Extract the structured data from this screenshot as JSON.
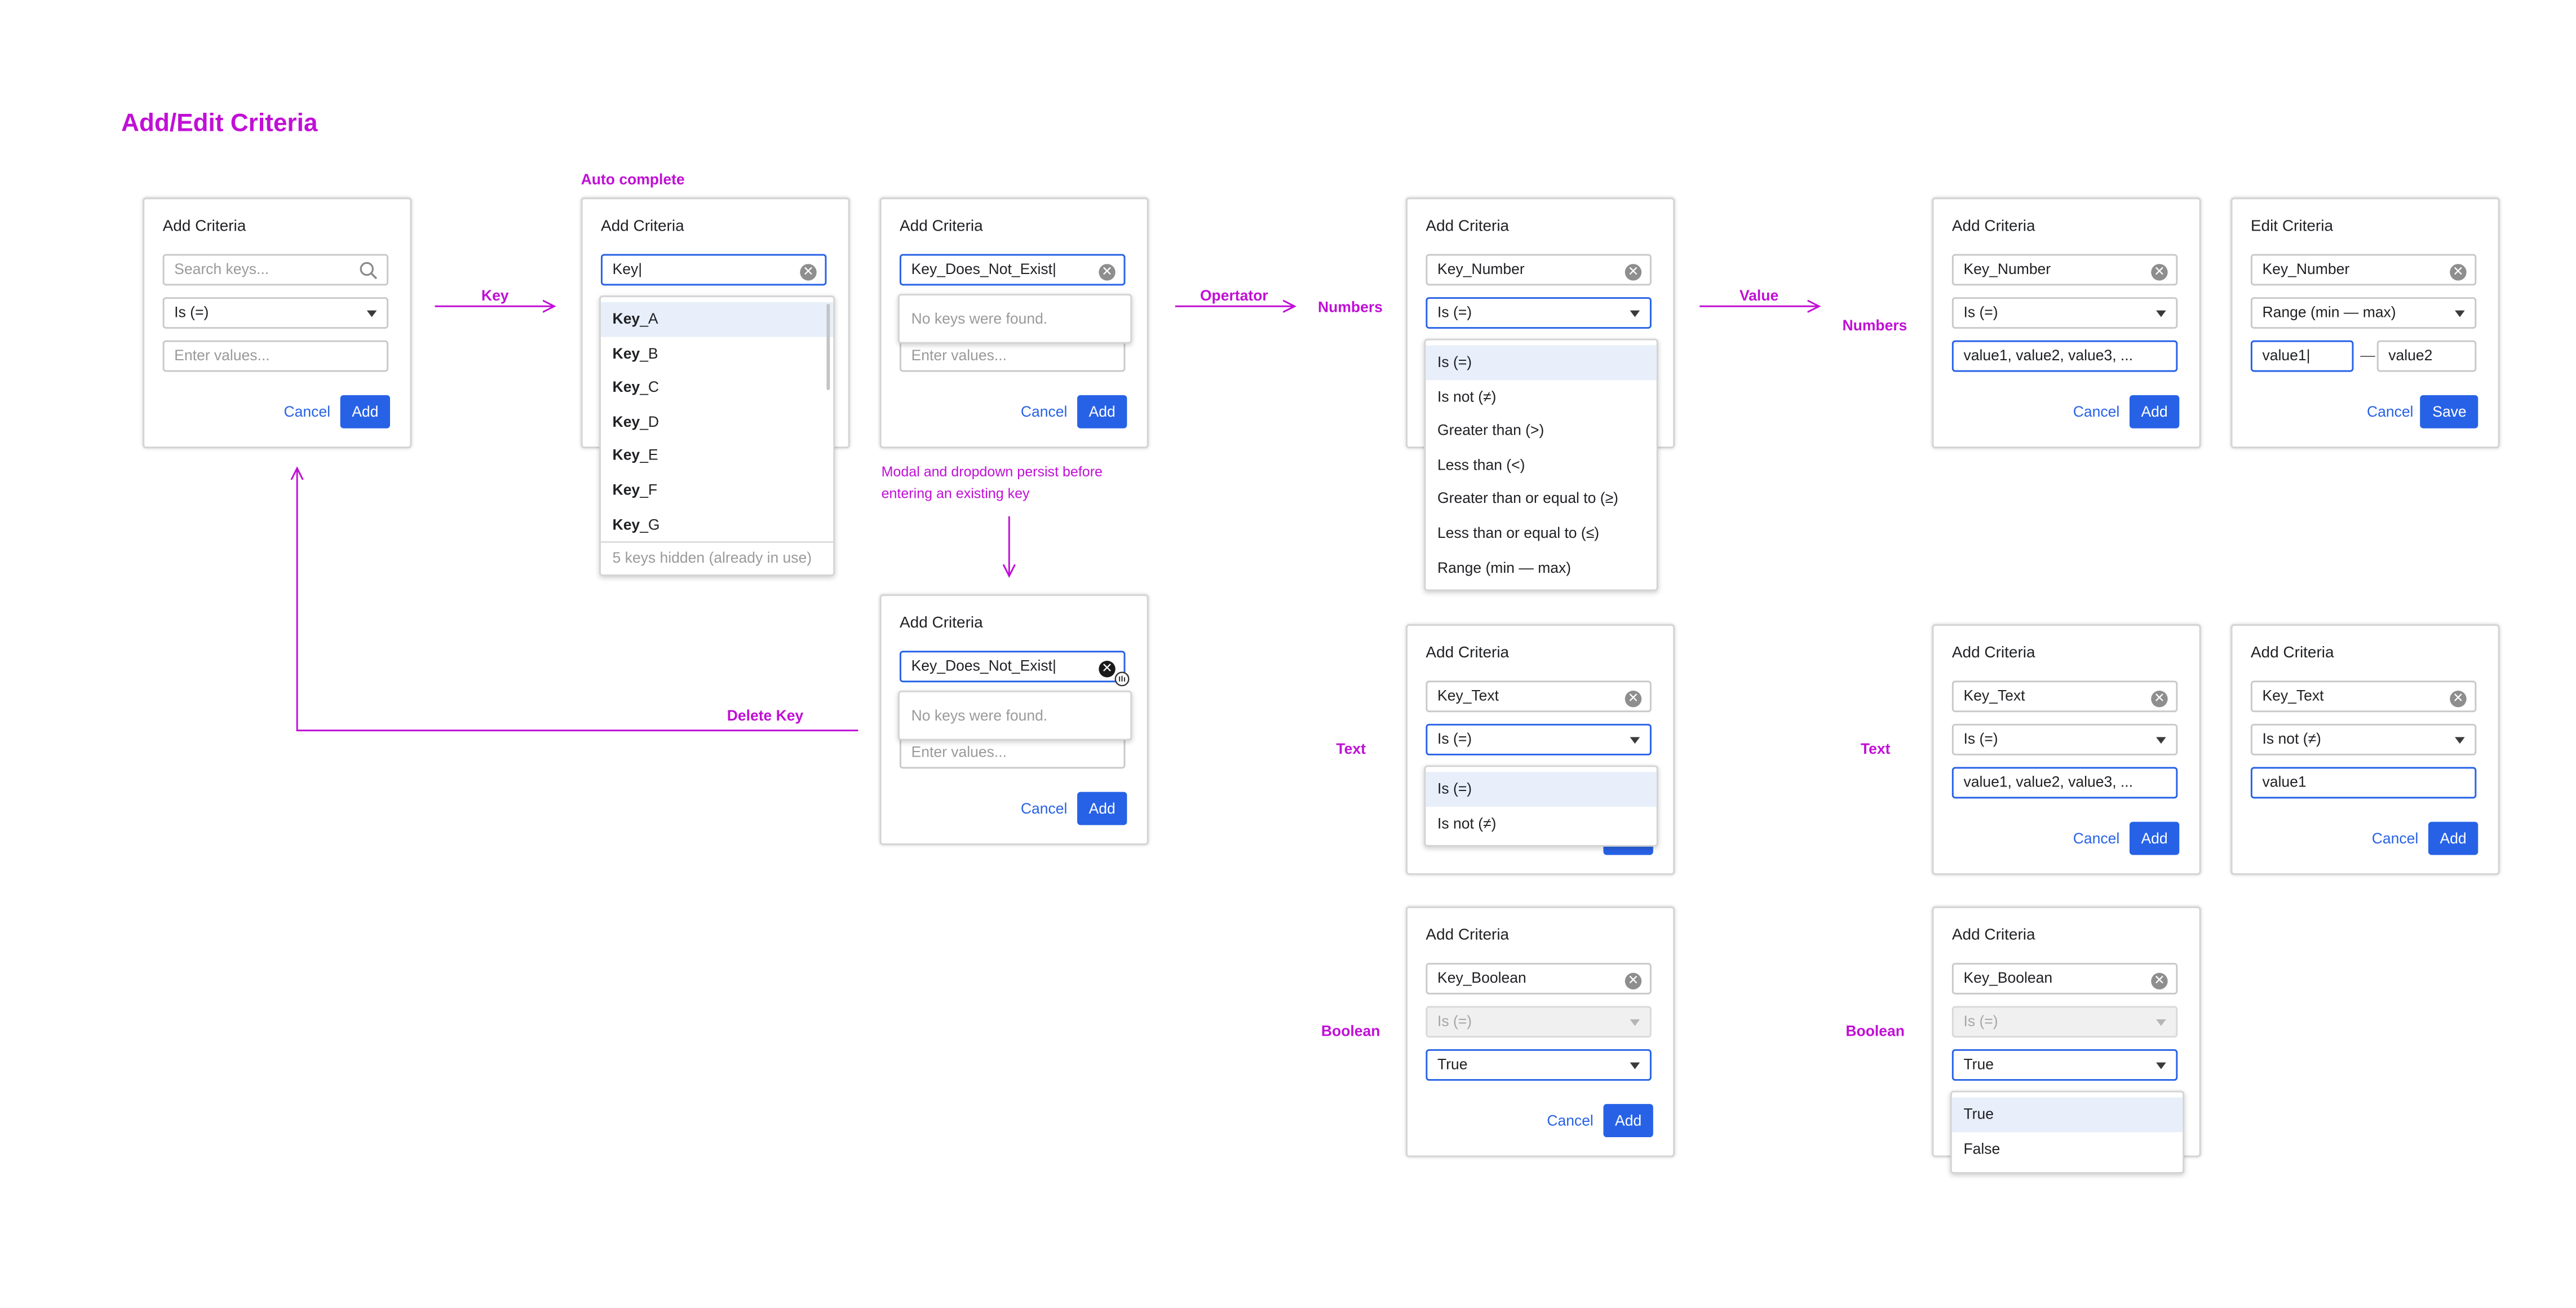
{
  "page_title": "Add/Edit Criteria",
  "colors": {
    "accent": "#c00fd6",
    "primary": "#2762e6",
    "selected_row": "#e8effb"
  },
  "annotations": {
    "key": "Key",
    "auto_complete": "Auto complete",
    "operator": "Opertator",
    "value": "Value",
    "numbers": "Numbers",
    "text": "Text",
    "boolean": "Boolean",
    "delete_key": "Delete Key",
    "modal_note": "Modal and dropdown persist before entering an existing key"
  },
  "common": {
    "add_title": "Add Criteria",
    "edit_title": "Edit Criteria",
    "cancel": "Cancel",
    "add": "Add",
    "save": "Save",
    "enter_values_placeholder": "Enter values...",
    "no_keys_found": "No keys were found.",
    "operator_is": "Is (=)",
    "clear_icon": "x-circle-icon",
    "search_icon": "magnifier-icon"
  },
  "card_initial": {
    "search_placeholder": "Search keys...",
    "operator": "Is (=)"
  },
  "card_autocomplete": {
    "key_value": "Key|",
    "suggestions": [
      {
        "bold": "Key",
        "rest": "_A"
      },
      {
        "bold": "Key",
        "rest": "_B"
      },
      {
        "bold": "Key",
        "rest": "_C"
      },
      {
        "bold": "Key",
        "rest": "_D"
      },
      {
        "bold": "Key",
        "rest": "_E"
      },
      {
        "bold": "Key",
        "rest": "_F"
      },
      {
        "bold": "Key",
        "rest": "_G"
      }
    ],
    "hidden_note": "5 keys hidden (already in use)"
  },
  "card_not_found": {
    "key_value": "Key_Does_Not_Exist|"
  },
  "card_delete": {
    "key_value": "Key_Does_Not_Exist|"
  },
  "card_number_op": {
    "key_value": "Key_Number",
    "operator": "Is (=)",
    "options": [
      "Is (=)",
      "Is not (≠)",
      "Greater than (>)",
      "Less than (<)",
      "Greater than or equal to (≥)",
      "Less than or equal to (≤)",
      "Range (min — max)"
    ]
  },
  "card_text_op": {
    "key_value": "Key_Text",
    "operator": "Is (=)",
    "options": [
      "Is (=)",
      "Is not (≠)"
    ]
  },
  "card_bool_op": {
    "key_value": "Key_Boolean",
    "operator": "Is (=)",
    "value": "True"
  },
  "card_number_val": {
    "key_value": "Key_Number",
    "operator": "Is (=)",
    "values": "value1, value2, value3, ..."
  },
  "card_number_edit": {
    "key_value": "Key_Number",
    "operator": "Range (min — max)",
    "min": "value1|",
    "dash": "—",
    "max": "value2"
  },
  "card_text_val": {
    "key_value": "Key_Text",
    "operator": "Is (=)",
    "values": "value1, value2, value3, ..."
  },
  "card_text_edit": {
    "key_value": "Key_Text",
    "operator": "Is not (≠)",
    "values": "value1"
  },
  "card_bool_val": {
    "key_value": "Key_Boolean",
    "operator": "Is (=)",
    "value": "True",
    "options": [
      "True",
      "False"
    ]
  }
}
